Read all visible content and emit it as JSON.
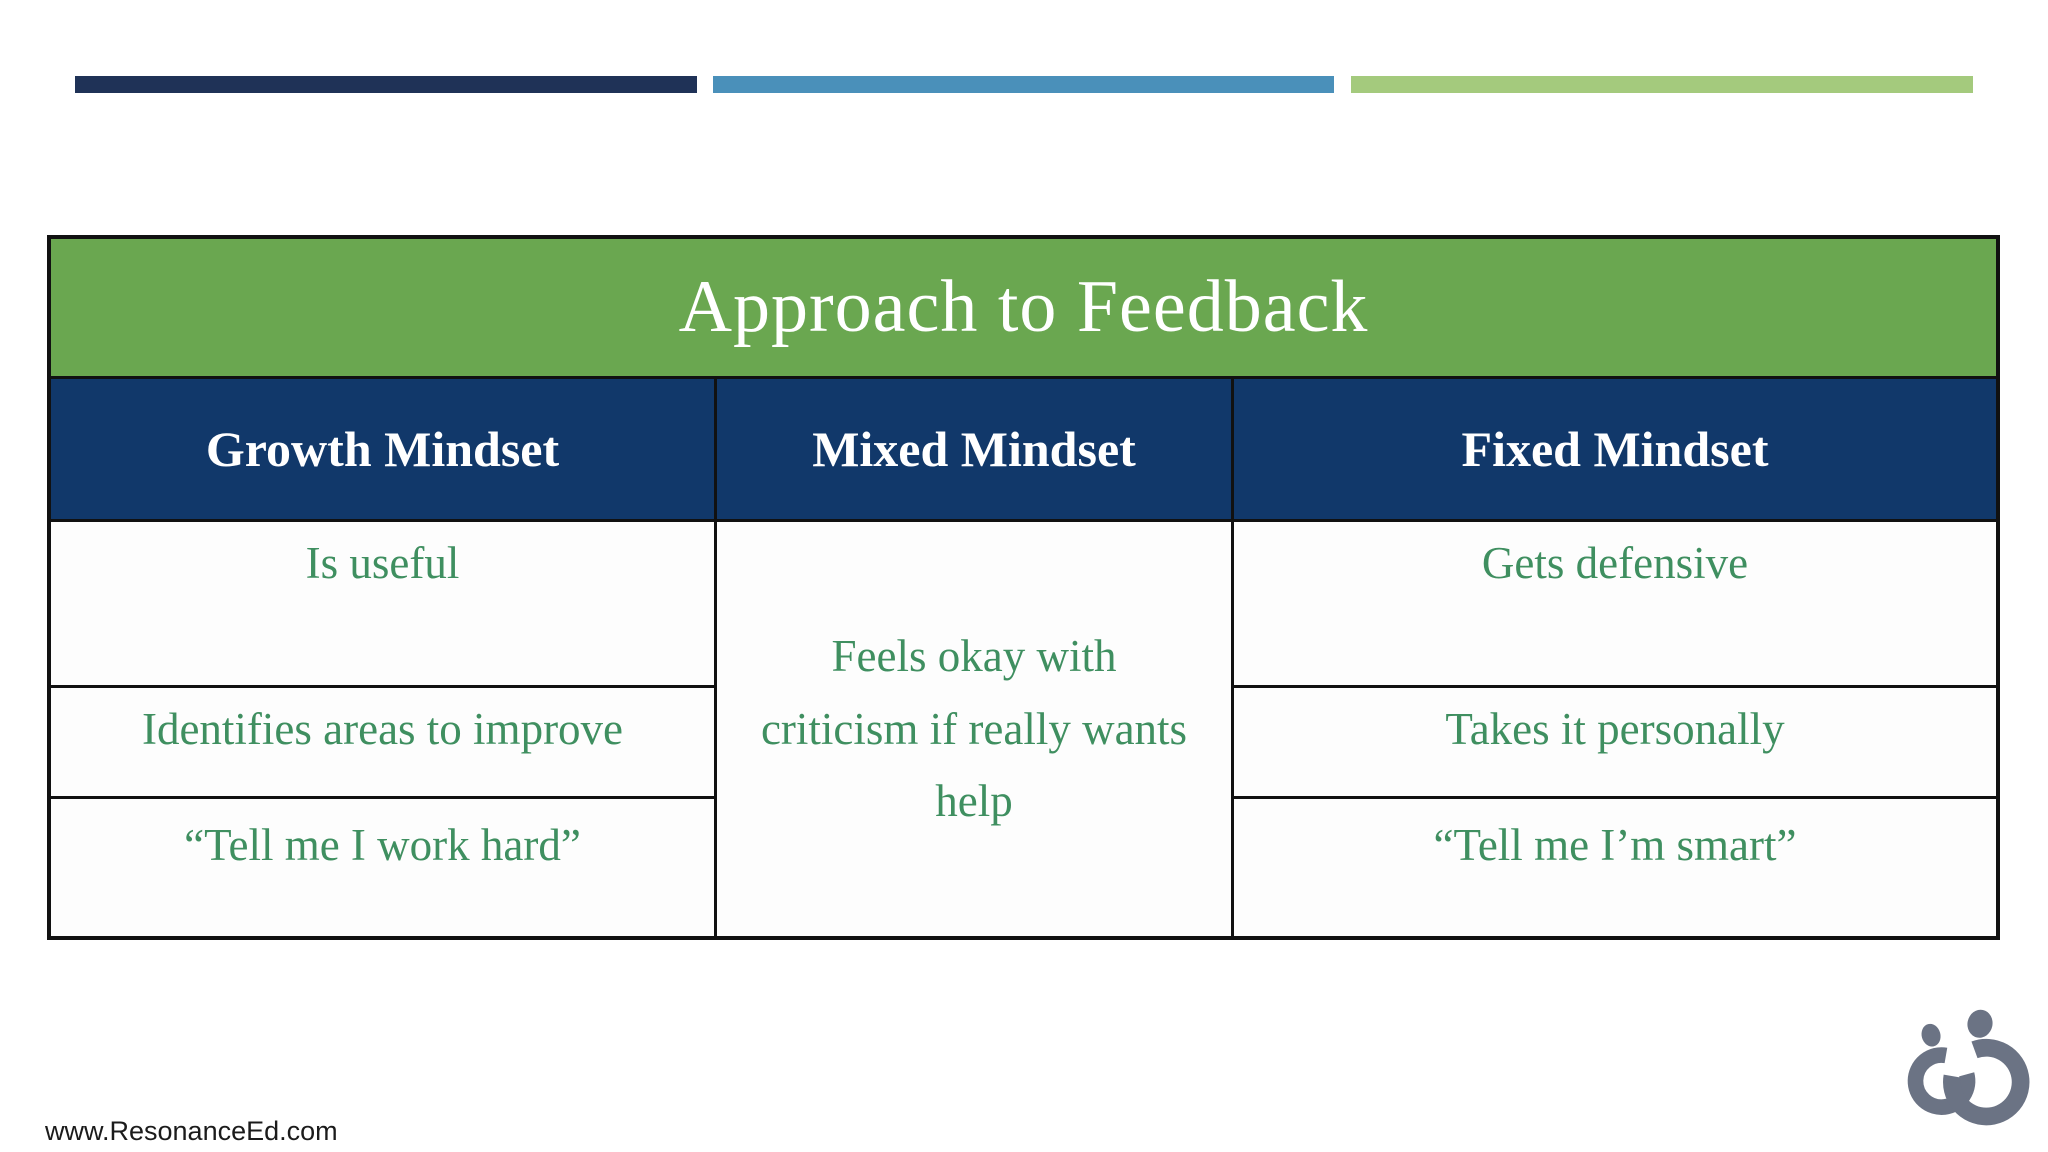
{
  "decor_bars": {
    "navy": "#1f3257",
    "blue": "#4a90ba",
    "green": "#a4ca7d"
  },
  "table": {
    "title": "Approach to Feedback",
    "colors": {
      "title_bg": "#6aa750",
      "title_text": "#ffffff",
      "header_bg": "#11386a",
      "header_text": "#ffffff",
      "body_text": "#3f8f60",
      "border": "#111111",
      "body_bg": "#fdfdfd"
    },
    "columns": [
      {
        "header": "Growth Mindset",
        "cells": [
          "Is useful",
          "Identifies areas to improve",
          "“Tell me I work hard”"
        ]
      },
      {
        "header": "Mixed Mindset",
        "cells": [
          "Feels okay with criticism if really wants help"
        ]
      },
      {
        "header": "Fixed Mindset",
        "cells": [
          "Gets defensive",
          "Takes it personally",
          "“Tell me I’m smart”"
        ]
      }
    ]
  },
  "footer": {
    "url": "www.ResonanceEd.com"
  },
  "logo": {
    "name": "resonance-ed-logo",
    "color": "#6b7384"
  }
}
